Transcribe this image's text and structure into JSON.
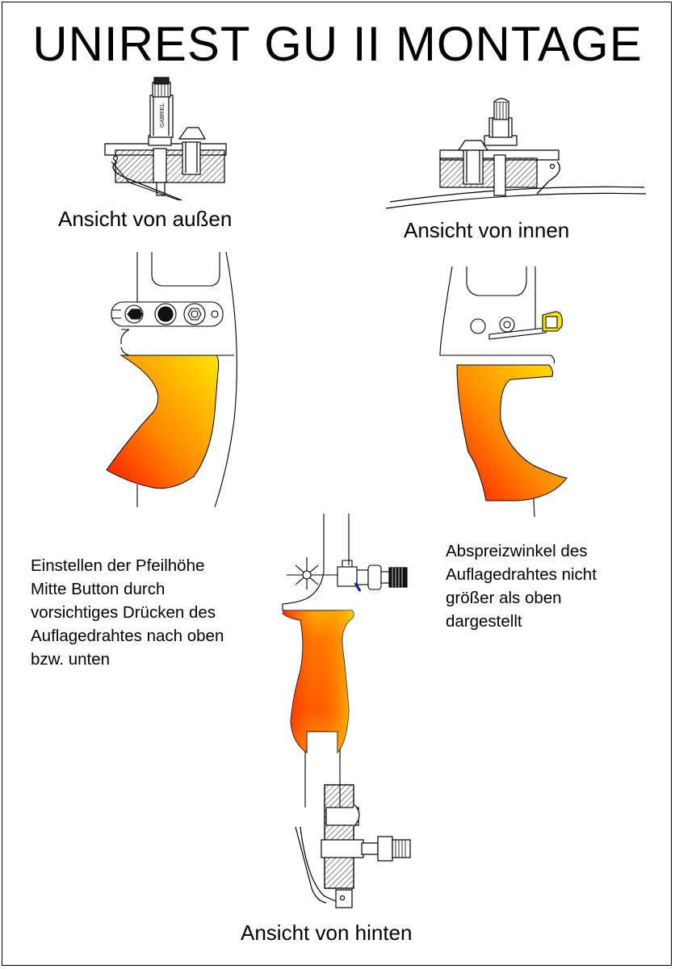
{
  "title": "UNIREST GU II MONTAGE",
  "views": {
    "outside": {
      "caption": "Ansicht von außen",
      "brand_text": "GABRIEL"
    },
    "inside": {
      "caption": "Ansicht von innen"
    },
    "back": {
      "caption": "Ansicht von hinten"
    }
  },
  "notes": {
    "left": [
      "Einstellen der Pfeilhöhe",
      "Mitte Button durch",
      "vorsichtiges Drücken des",
      "Auflagedrahtes nach oben",
      "bzw. unten"
    ],
    "right": [
      "Abspreizwinkel  des",
      "Auflagedrahtes nicht",
      "größer als oben",
      "dargestellt"
    ]
  },
  "colors": {
    "grip_top": "#ffe600",
    "grip_bottom": "#ff1a00",
    "line": "#000000",
    "background": "#ffffff"
  }
}
